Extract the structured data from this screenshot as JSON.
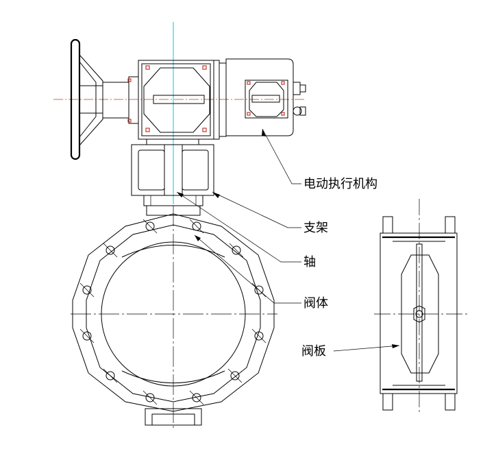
{
  "labels": {
    "actuator": "电动执行机构",
    "bracket": "支架",
    "shaft": "轴",
    "body": "阀体",
    "disc": "阀板"
  },
  "colors": {
    "line": "#000000",
    "centerline_red": "#c0392b",
    "centerline_cyan": "#00c8e0",
    "background": "#ffffff"
  }
}
